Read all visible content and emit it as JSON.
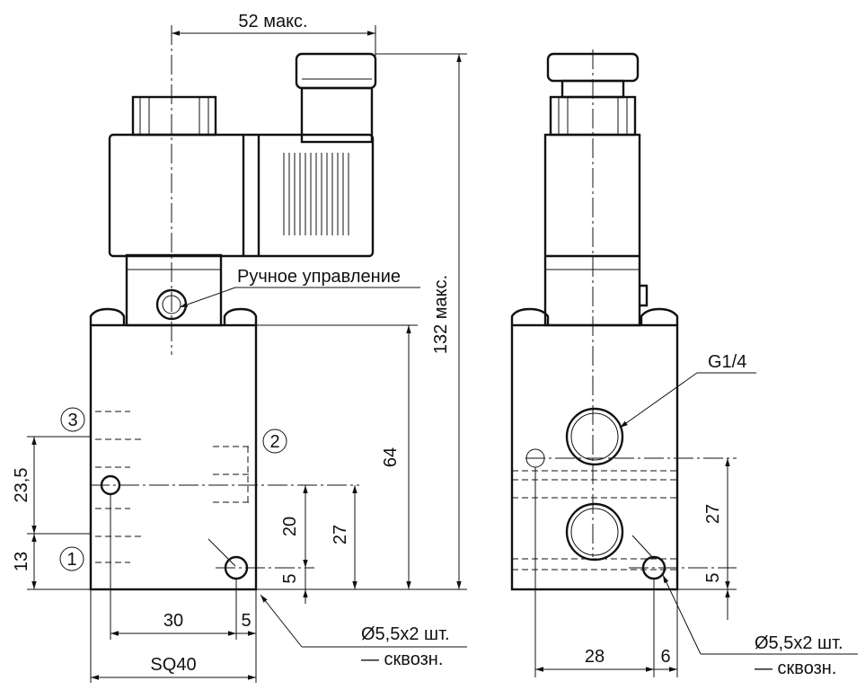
{
  "dimensions": {
    "width_max": "52 макс.",
    "height_max": "132 макс.",
    "body_height": "64",
    "port_spacing": "23,5",
    "port_offset": "13",
    "hole_20": "20",
    "hole_27_left": "27",
    "hole_5_left": "5",
    "bottom_30": "30",
    "bottom_5": "5",
    "square": "SQ40",
    "right_27": "27",
    "right_5": "5",
    "bottom_28": "28",
    "bottom_6": "6"
  },
  "callouts": {
    "manual": "Ручное управление",
    "port_thread": "G1/4",
    "hole_left": "Ø5,5х2 шт.",
    "through_left": "— сквозн.",
    "hole_right": "Ø5,5х2 шт.",
    "through_right": "— сквозн."
  },
  "ports": {
    "p1": "1",
    "p2": "2",
    "p3": "3"
  }
}
